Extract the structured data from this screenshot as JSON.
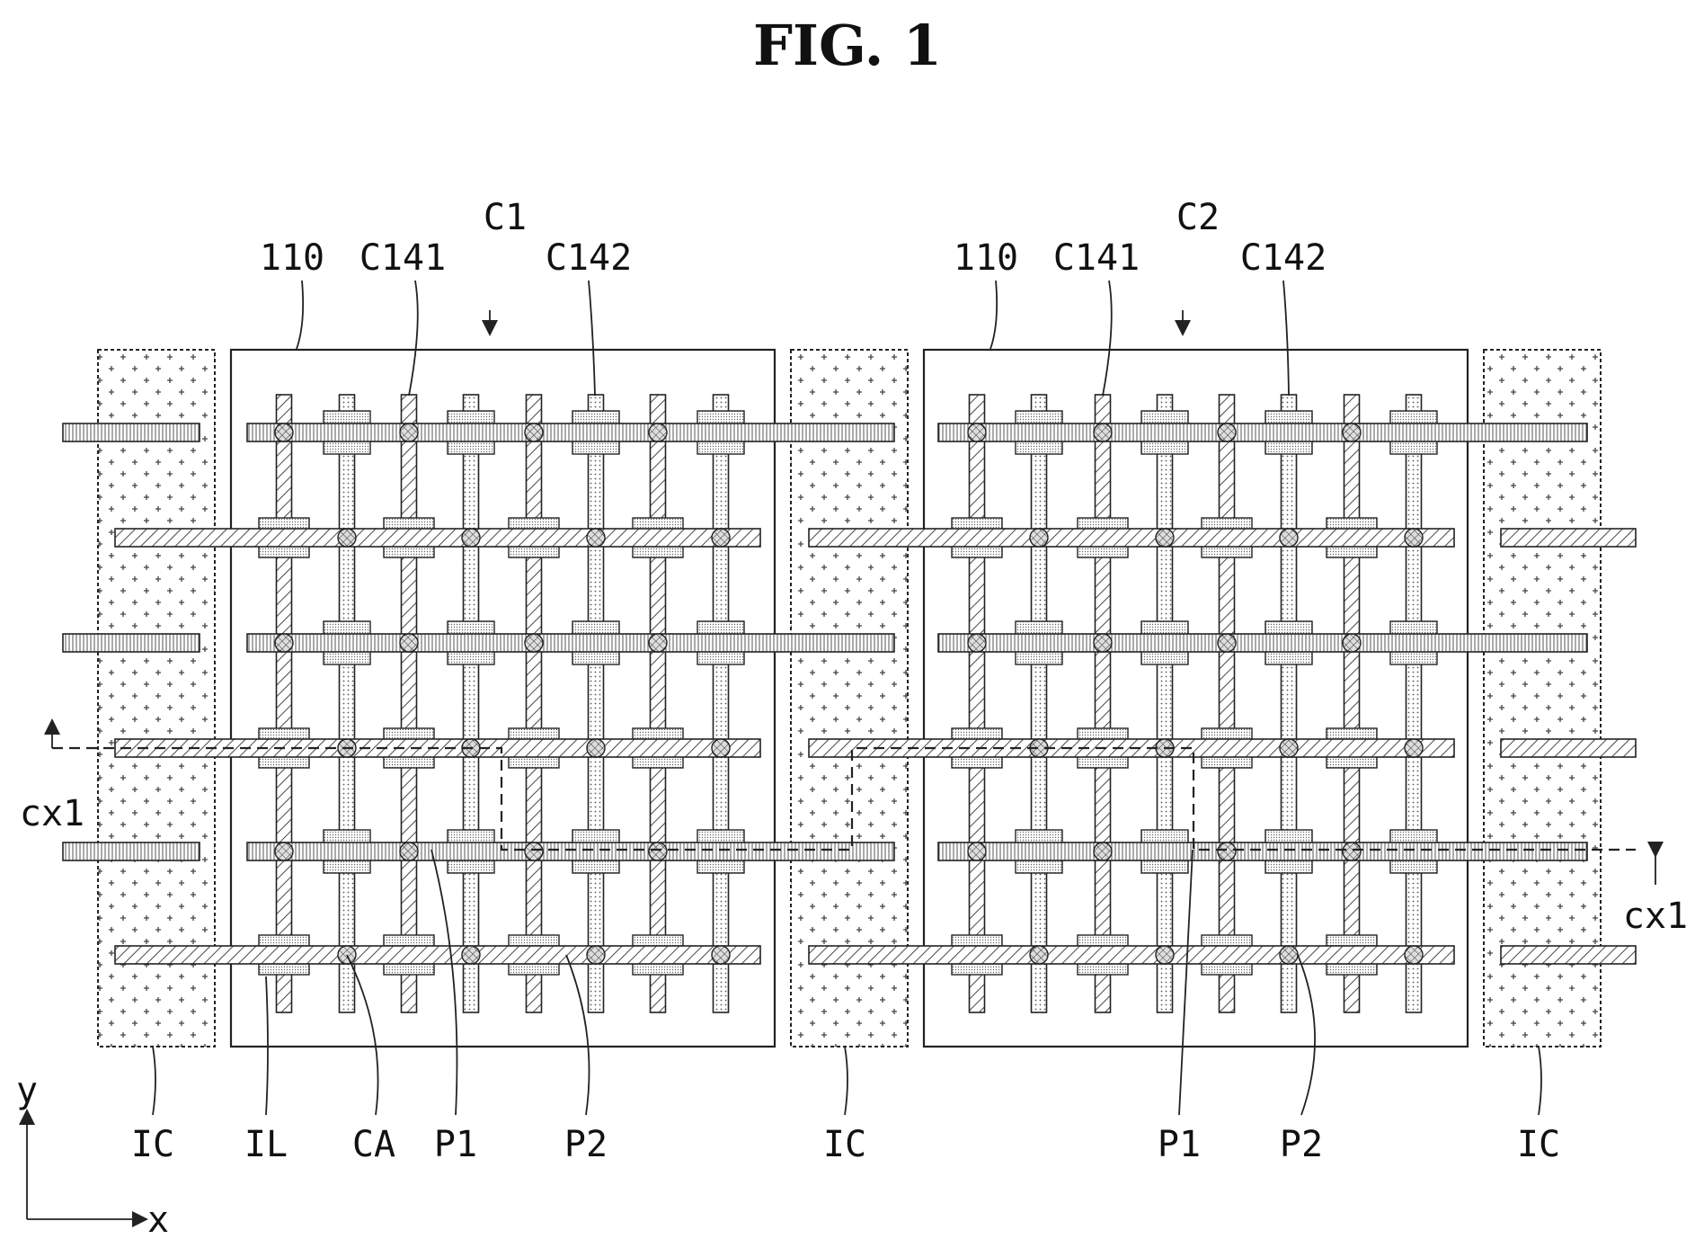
{
  "figure": {
    "title": "FIG. 1"
  },
  "cells": [
    {
      "arrow_label": "C1",
      "region_label": "110",
      "contact1_label": "C141",
      "contact2_label": "C142"
    },
    {
      "arrow_label": "C2",
      "region_label": "110",
      "contact1_label": "C141",
      "contact2_label": "C142"
    }
  ],
  "bottom_labels": {
    "ic_left": "IC",
    "il": "IL",
    "ca": "CA",
    "p1_left": "P1",
    "p2_left": "P2",
    "ic_middle": "IC",
    "p1_right": "P1",
    "p2_right": "P2",
    "ic_right": "IC"
  },
  "cross_section": {
    "left_label": "cx1",
    "right_label": "cx1"
  },
  "axes": {
    "y_label": "y",
    "x_label": "x"
  },
  "colors": {
    "line": "#222222",
    "stipple_dot": "#444444",
    "region_fill": "#ffffff"
  }
}
